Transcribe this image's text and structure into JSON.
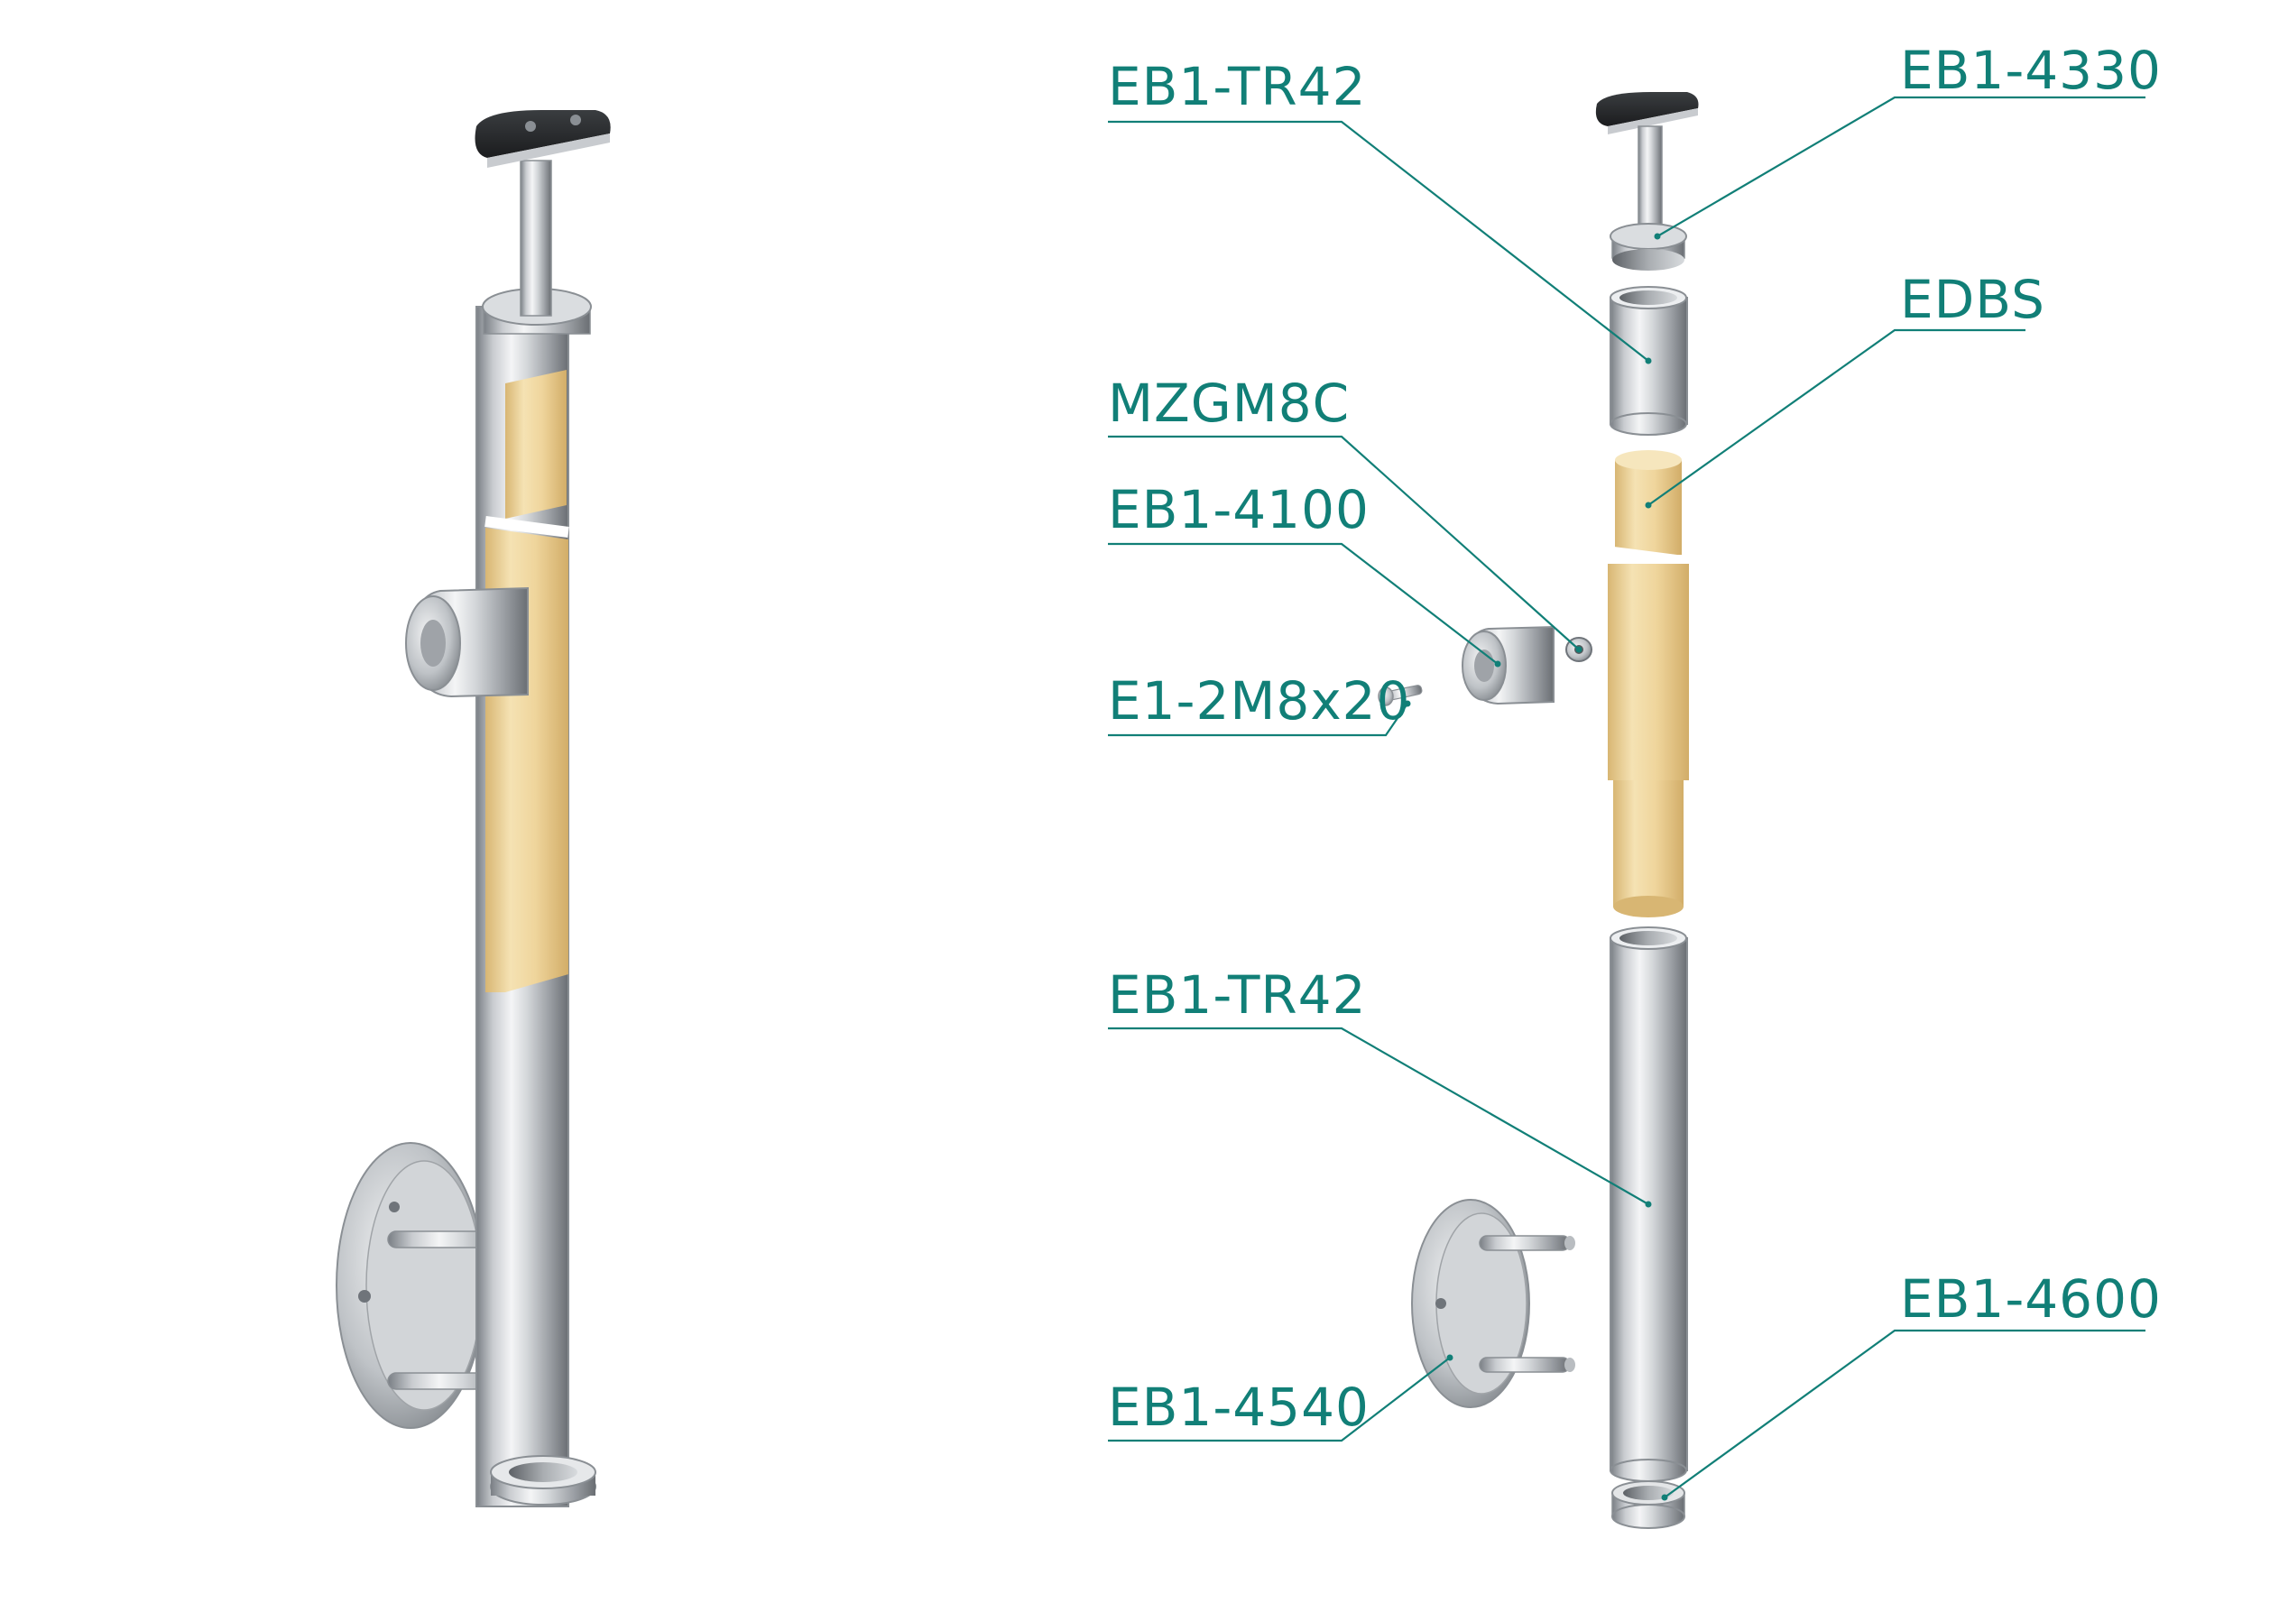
{
  "labels": [
    {
      "id": "eb1-tr42-top",
      "text": "EB1-TR42"
    },
    {
      "id": "eb1-4330",
      "text": "EB1-4330"
    },
    {
      "id": "edbs",
      "text": "EDBS"
    },
    {
      "id": "mzgm8c",
      "text": "MZGM8C"
    },
    {
      "id": "eb1-4100",
      "text": "EB1-4100"
    },
    {
      "id": "e1-2m8x20",
      "text": "E1-2M8x20"
    },
    {
      "id": "eb1-tr42-bottom",
      "text": "EB1-TR42"
    },
    {
      "id": "eb1-4600",
      "text": "EB1-4600"
    },
    {
      "id": "eb1-4540",
      "text": "EB1-4540"
    }
  ],
  "colors": {
    "label": "#117f77",
    "steel_light": "#eef0f1",
    "steel_dark": "#6f747a",
    "wood_light": "#f3dfae",
    "wood_dark": "#d9b877"
  }
}
